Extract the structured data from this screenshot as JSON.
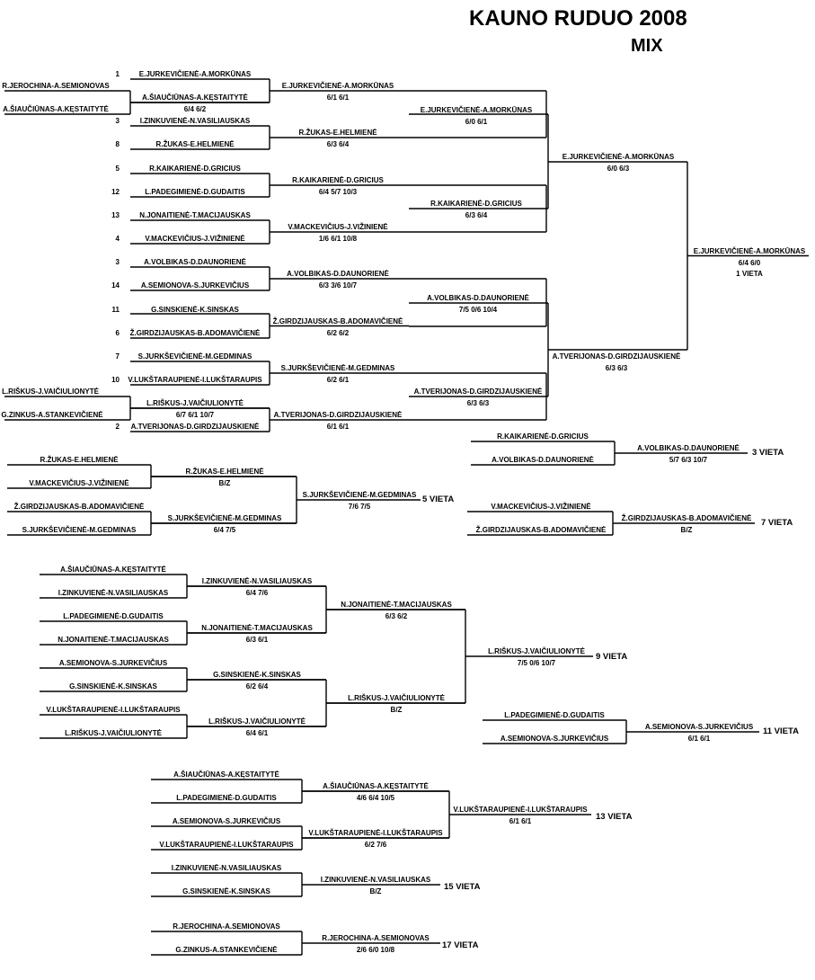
{
  "title": "KAUNO RUDUO 2008",
  "subtitle": "MIX",
  "main_draw": {
    "round1": [
      {
        "seed": "1",
        "name": "E.JURKEVIČIENĖ-A.MORKŪNAS"
      },
      {
        "seed": "",
        "name": "A.ŠIAUČIŪNAS-A.KĘSTAITYTĖ"
      },
      {
        "seed": "3",
        "name": "I.ZINKUVIENĖ-N.VASILIAUSKAS"
      },
      {
        "seed": "8",
        "name": "R.ŽUKAS-E.HELMIENĖ"
      },
      {
        "seed": "5",
        "name": "R.KAIKARIENĖ-D.GRICIUS"
      },
      {
        "seed": "12",
        "name": "L.PADEGIMIENĖ-D.GUDAITIS"
      },
      {
        "seed": "13",
        "name": "N.JONAITIENĖ-T.MACIJAUSKAS"
      },
      {
        "seed": "4",
        "name": "V.MACKEVIČIUS-J.VIŽINIENĖ"
      },
      {
        "seed": "3",
        "name": "A.VOLBIKAS-D.DAUNORIENĖ"
      },
      {
        "seed": "14",
        "name": "A.SEMIONOVA-S.JURKEVIČIUS"
      },
      {
        "seed": "11",
        "name": "G.SINSKIENĖ-K.SINSKAS"
      },
      {
        "seed": "6",
        "name": "Ž.GIRDZIJAUSKAS-B.ADOMAVIČIENĖ"
      },
      {
        "seed": "7",
        "name": "S.JURKŠEVIČIENĖ-M.GEDMINAS"
      },
      {
        "seed": "10",
        "name": "V.LUKŠTARAUPIENĖ-I.LUKŠTARAUPIS"
      },
      {
        "seed": "",
        "name": "L.RIŠKUS-J.VAIČIULIONYTĖ"
      },
      {
        "seed": "2",
        "name": "A.TVERIJONAS-D.GIRDZIJAUSKIENĖ"
      }
    ],
    "qualifiers": [
      {
        "name": "R.JEROCHINA-A.SEMIONOVAS"
      },
      {
        "name": "A.ŠIAUČIŪNAS-A.KĘSTAITYTĖ"
      },
      {
        "name": "L.RIŠKUS-J.VAIČIULIONYTĖ"
      },
      {
        "name": "G.ZINKUS-A.STANKEVIČIENĖ"
      }
    ],
    "qualifier_scores": [
      "6/4 6/2",
      "6/7 6/1 10/7"
    ],
    "round2": [
      {
        "name": "E.JURKEVIČIENĖ-A.MORKŪNAS",
        "score": "6/1 6/1"
      },
      {
        "name": "R.ŽUKAS-E.HELMIENĖ",
        "score": "6/3 6/4"
      },
      {
        "name": "R.KAIKARIENĖ-D.GRICIUS",
        "score": "6/4 5/7 10/3"
      },
      {
        "name": "V.MACKEVIČIUS-J.VIŽINIENĖ",
        "score": "1/6 6/1 10/8"
      },
      {
        "name": "A.VOLBIKAS-D.DAUNORIENĖ",
        "score": "6/3 3/6 10/7"
      },
      {
        "name": "Ž.GIRDZIJAUSKAS-B.ADOMAVIČIENĖ",
        "score": "6/2 6/2"
      },
      {
        "name": "S.JURKŠEVIČIENĖ-M.GEDMINAS",
        "score": "6/2 6/1"
      },
      {
        "name": "A.TVERIJONAS-D.GIRDZIJAUSKIENĖ",
        "score": "6/1 6/1"
      }
    ],
    "quarterfinals": [
      {
        "name": "E.JURKEVIČIENĖ-A.MORKŪNAS",
        "score": "6/0 6/1"
      },
      {
        "name": "R.KAIKARIENĖ-D.GRICIUS",
        "score": "6/3 6/4"
      },
      {
        "name": "A.VOLBIKAS-D.DAUNORIENĖ",
        "score": "7/5 0/6 10/4"
      },
      {
        "name": "A.TVERIJONAS-D.GIRDZIJAUSKIENĖ",
        "score": "6/3 6/3"
      }
    ],
    "semifinals": [
      {
        "name": "E.JURKEVIČIENĖ-A.MORKŪNAS",
        "score": "6/0 6/3"
      },
      {
        "name": "A.TVERIJONAS-D.GIRDZIJAUSKIENĖ",
        "score": "6/3 6/3"
      }
    ],
    "final": {
      "name": "E.JURKEVIČIENĖ-A.MORKŪNAS",
      "score": "6/4 6/0",
      "place": "1 VIETA"
    }
  },
  "place3": {
    "players": [
      "R.KAIKARIENĖ-D.GRICIUS",
      "A.VOLBIKAS-D.DAUNORIENĖ"
    ],
    "winner": "A.VOLBIKAS-D.DAUNORIENĖ",
    "score": "5/7 6/3 10/7",
    "place": "3 VIETA"
  },
  "place5": {
    "players": [
      "R.ŽUKAS-E.HELMIENĖ",
      "V.MACKEVIČIUS-J.VIŽINIENĖ",
      "Ž.GIRDZIJAUSKAS-B.ADOMAVIČIENĖ",
      "S.JURKŠEVIČIENĖ-M.GEDMINAS"
    ],
    "semis": [
      {
        "name": "R.ŽUKAS-E.HELMIENĖ",
        "score": "B/Z"
      },
      {
        "name": "S.JURKŠEVIČIENĖ-M.GEDMINAS",
        "score": "6/4 7/5"
      }
    ],
    "winner": "S.JURKŠEVIČIENĖ-M.GEDMINAS",
    "score": "7/6 7/5",
    "place": "5 VIETA"
  },
  "place7": {
    "players": [
      "V.MACKEVIČIUS-J.VIŽINIENĖ",
      "Ž.GIRDZIJAUSKAS-B.ADOMAVIČIENĖ"
    ],
    "winner": "Ž.GIRDZIJAUSKAS-B.ADOMAVIČIENĖ",
    "score": "B/Z",
    "place": "7 VIETA"
  },
  "place9": {
    "players": [
      "A.ŠIAUČIŪNAS-A.KĘSTAITYTĖ",
      "I.ZINKUVIENĖ-N.VASILIAUSKAS",
      "L.PADEGIMIENĖ-D.GUDAITIS",
      "N.JONAITIENĖ-T.MACIJAUSKAS",
      "A.SEMIONOVA-S.JURKEVIČIUS",
      "G.SINSKIENĖ-K.SINSKAS",
      "V.LUKŠTARAUPIENĖ-I.LUKŠTARAUPIS",
      "L.RIŠKUS-J.VAIČIULIONYTĖ"
    ],
    "round1": [
      {
        "name": "I.ZINKUVIENĖ-N.VASILIAUSKAS",
        "score": "6/4 7/6"
      },
      {
        "name": "N.JONAITIENĖ-T.MACIJAUSKAS",
        "score": "6/3 6/1"
      },
      {
        "name": "G.SINSKIENĖ-K.SINSKAS",
        "score": "6/2 6/4"
      },
      {
        "name": "L.RIŠKUS-J.VAIČIULIONYTĖ",
        "score": "6/4 6/1"
      }
    ],
    "semis": [
      {
        "name": "N.JONAITIENĖ-T.MACIJAUSKAS",
        "score": "6/3 6/2"
      },
      {
        "name": "L.RIŠKUS-J.VAIČIULIONYTĖ",
        "score": "B/Z"
      }
    ],
    "winner": "L.RIŠKUS-J.VAIČIULIONYTĖ",
    "score": "7/5 0/6 10/7",
    "place": "9 VIETA"
  },
  "place11": {
    "players": [
      "L.PADEGIMIENĖ-D.GUDAITIS",
      "A.SEMIONOVA-S.JURKEVIČIUS"
    ],
    "winner": "A.SEMIONOVA-S.JURKEVIČIUS",
    "score": "6/1 6/1",
    "place": "11 VIETA"
  },
  "place13": {
    "players": [
      "A.ŠIAUČIŪNAS-A.KĘSTAITYTĖ",
      "L.PADEGIMIENĖ-D.GUDAITIS",
      "A.SEMIONOVA-S.JURKEVIČIUS",
      "V.LUKŠTARAUPIENĖ-I.LUKŠTARAUPIS"
    ],
    "semis": [
      {
        "name": "A.ŠIAUČIŪNAS-A.KĘSTAITYTĖ",
        "score": "4/6 6/4 10/5"
      },
      {
        "name": "V.LUKŠTARAUPIENĖ-I.LUKŠTARAUPIS",
        "score": "6/2 7/6"
      }
    ],
    "winner": "V.LUKŠTARAUPIENĖ-I.LUKŠTARAUPIS",
    "score": "6/1 6/1",
    "place": "13 VIETA"
  },
  "place15": {
    "players": [
      "I.ZINKUVIENĖ-N.VASILIAUSKAS",
      "G.SINSKIENĖ-K.SINSKAS"
    ],
    "winner": "I.ZINKUVIENĖ-N.VASILIAUSKAS",
    "score": "B/Z",
    "place": "15 VIETA"
  },
  "place17": {
    "players": [
      "R.JEROCHINA-A.SEMIONOVAS",
      "G.ZINKUS-A.STANKEVIČIENĖ"
    ],
    "winner": "R.JEROCHINA-A.SEMIONOVAS",
    "score": "2/6 6/0 10/8",
    "place": "17 VIETA"
  }
}
